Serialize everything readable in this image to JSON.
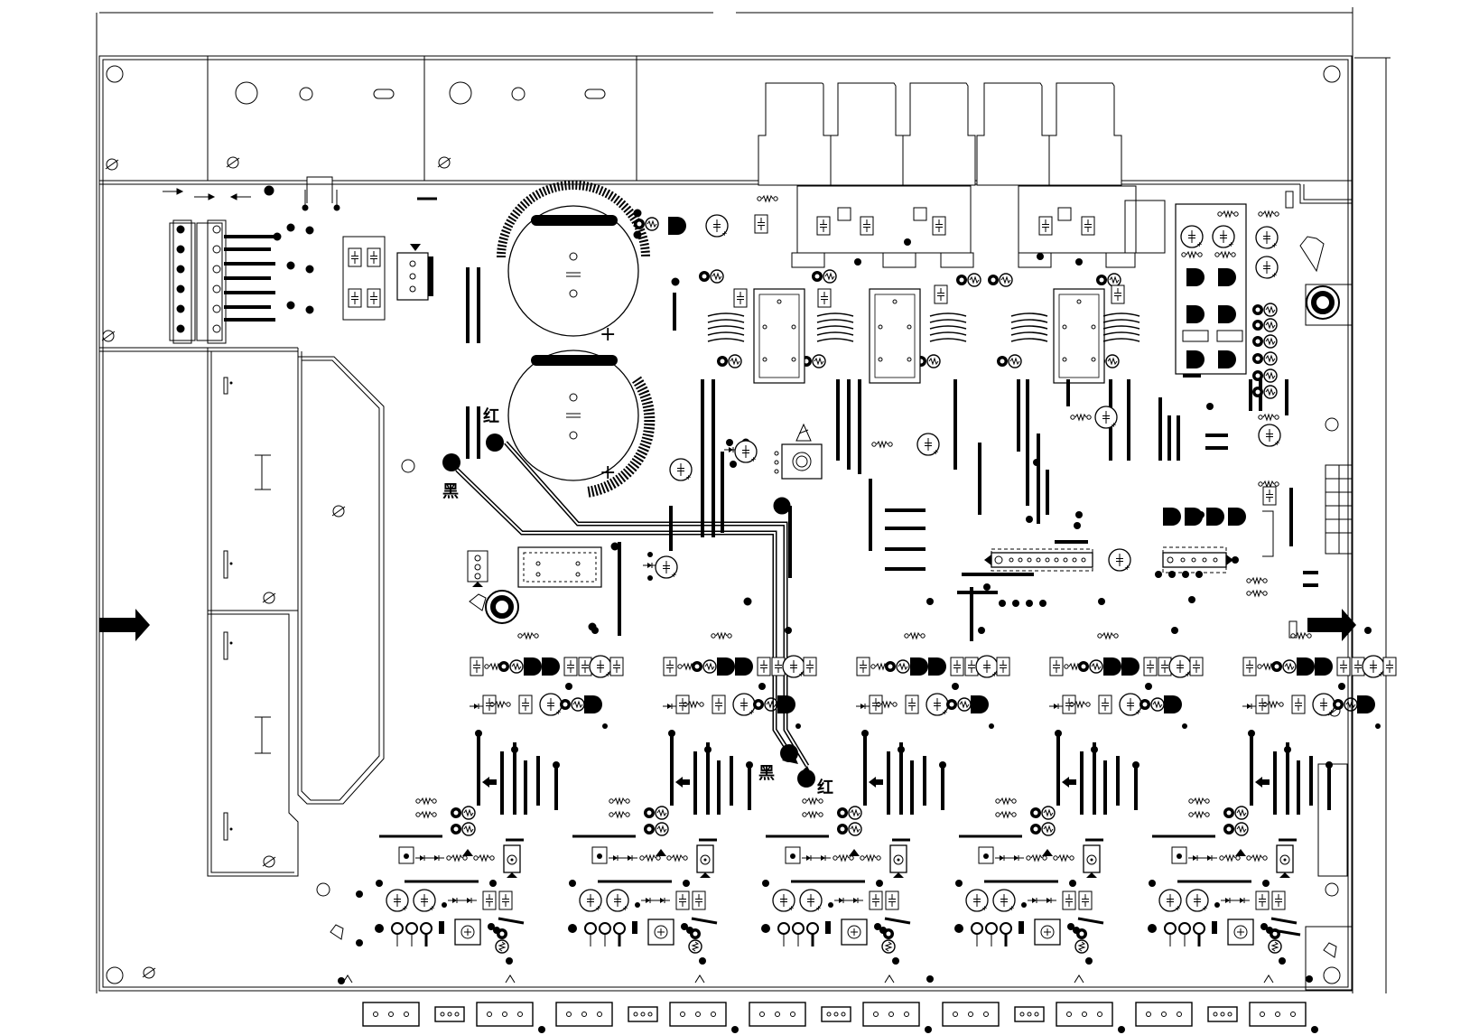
{
  "labels": {
    "black": "黑",
    "red": "红"
  },
  "colors": {
    "line": "#000000",
    "background": "#ffffff"
  },
  "icons": {
    "flow_arrow": "arrow-right-icon",
    "mounting_hole": "circle-icon",
    "no_mount": "circle-slash-icon",
    "capacitor": "capacitor-icon",
    "resistor": "resistor-icon",
    "diode": "diode-icon",
    "transistor": "transistor-icon",
    "relay": "relay-icon",
    "inductor": "coil-icon",
    "connector": "connector-icon"
  },
  "channels": 5
}
